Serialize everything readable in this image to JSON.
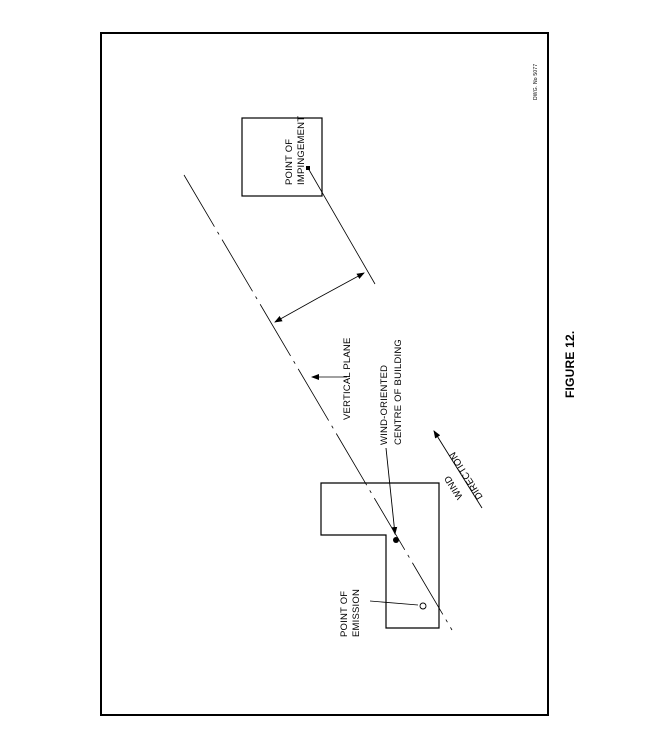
{
  "drawing_number": "DWG. No 5077",
  "labels": {
    "impingement_line1": "POINT OF",
    "impingement_line2": "IMPINGEMENT",
    "vertical_plane": "VERTICAL PLANE",
    "centre_line1": "WIND-ORIENTED",
    "centre_line2": "CENTRE OF BUILDING",
    "emission_line1": "POINT OF",
    "emission_line2": "EMISSION",
    "wind_line1": "WIND",
    "wind_line2": "DIRECTION"
  },
  "caption": "FIGURE 12."
}
